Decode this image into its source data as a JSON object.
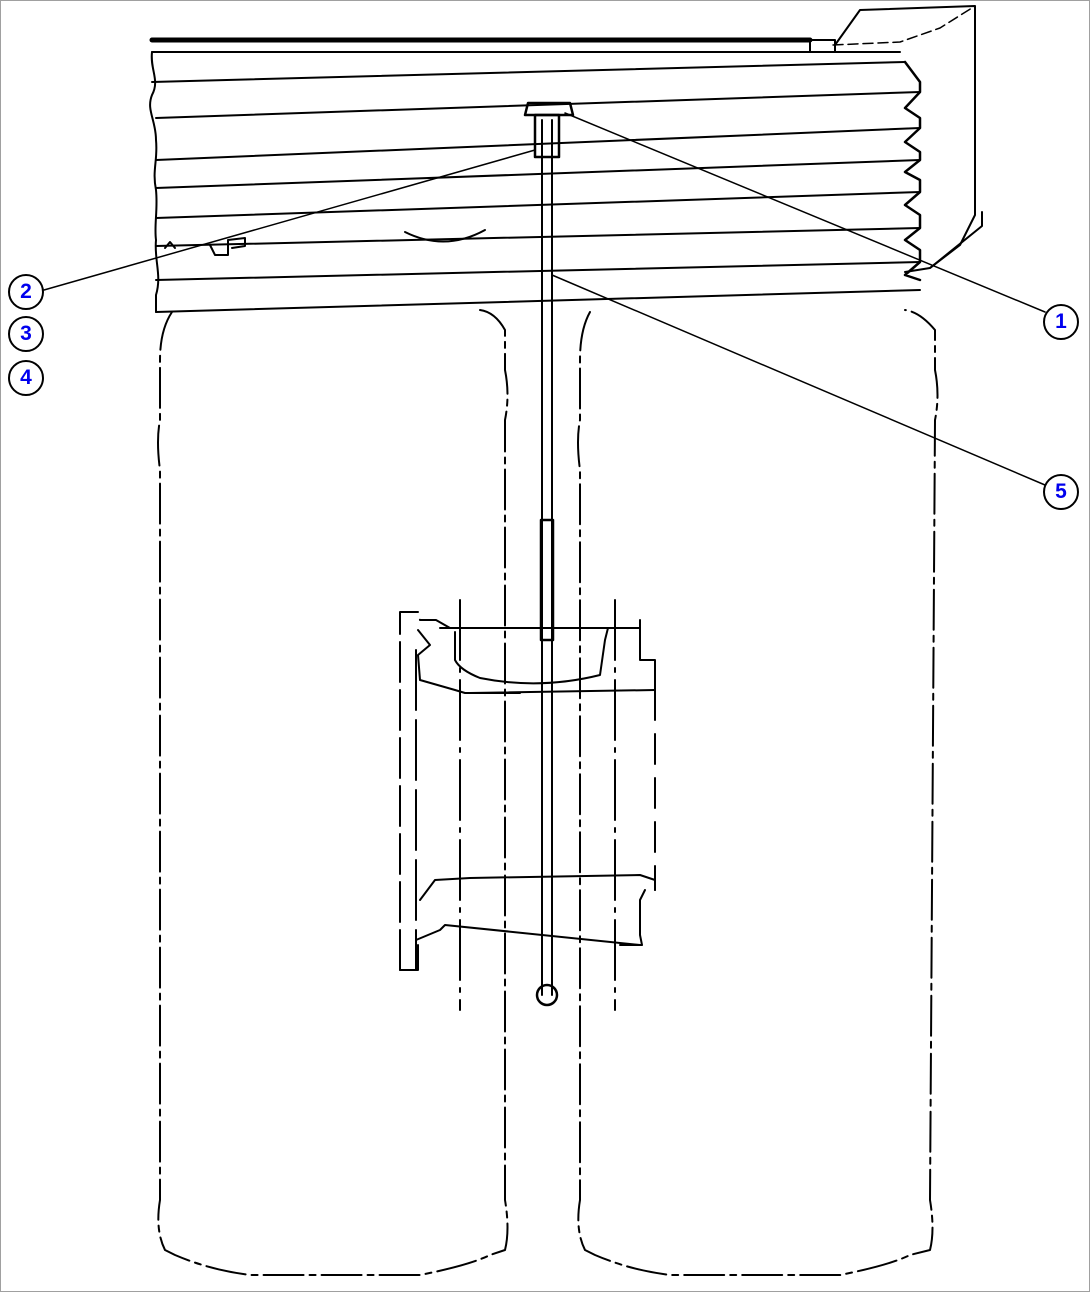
{
  "diagram": {
    "type": "parts-illustration",
    "subject": "rear axle dipstick / fill tube with dual tires",
    "colors": {
      "line": "#000000",
      "callout_text": "#0000ee",
      "frame_border": "#a0a0a0",
      "background": "#ffffff"
    },
    "callouts": [
      {
        "id": "1",
        "label": "1"
      },
      {
        "id": "2",
        "label": "2"
      },
      {
        "id": "3",
        "label": "3"
      },
      {
        "id": "4",
        "label": "4"
      },
      {
        "id": "5",
        "label": "5"
      }
    ]
  }
}
